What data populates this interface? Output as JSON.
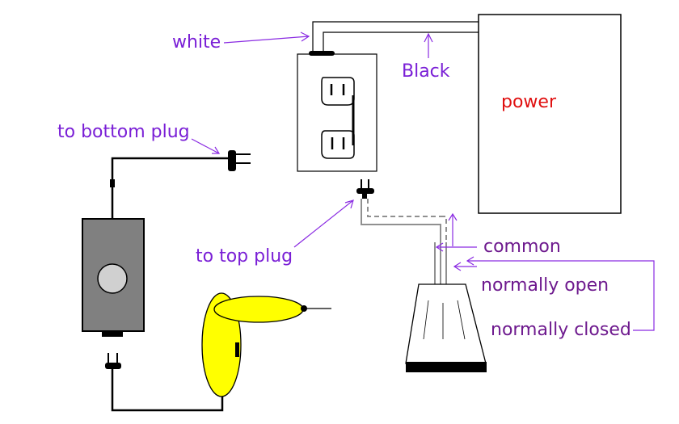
{
  "labels": {
    "white": "white",
    "black": "Black",
    "power": "power",
    "to_bottom_plug": "to bottom plug",
    "to_top_plug": "to top plug",
    "common": "common",
    "normally_open": "normally open",
    "normally_closed": "normally closed"
  },
  "colors": {
    "label_purple": "#7a1fd6",
    "label_deep_purple": "#6e1a8e",
    "power_red": "#e01010",
    "lamp_yellow": "#ffff00",
    "device_gray": "#808080",
    "switch_gray": "#a0a0a0"
  }
}
